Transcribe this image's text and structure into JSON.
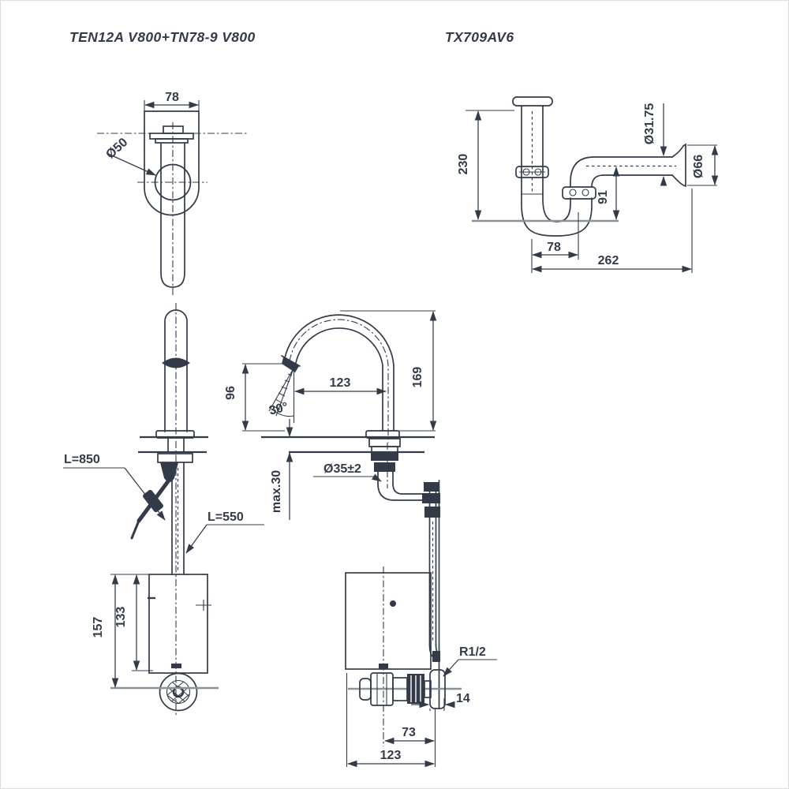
{
  "titles": {
    "left": "TEN12A V800+TN78-9 V800",
    "right": "TX709AV6"
  },
  "front_view": {
    "width": "78",
    "body_diameter": "Ø50"
  },
  "trap_view": {
    "height": "230",
    "pipe_diameter": "Ø31.75",
    "wall_flange_diameter": "Ø66",
    "outlet_drop": "91",
    "trap_offset": "78",
    "overall_length": "262"
  },
  "side_view": {
    "sensor_cable_length": "L=850",
    "supply_hose_length": "L=550",
    "controller_overall_height": "157",
    "controller_body_height": "133"
  },
  "profile_view": {
    "spout_clearance": "96",
    "spray_angle": "30°",
    "spout_reach": "123",
    "spout_height": "169",
    "mounting_hole": "Ø35±2",
    "deck_thickness_max": "max.30",
    "supply_thread": "R1/2",
    "wall_fitting_depth": "14",
    "valve_to_wall": "73",
    "controller_width": "123"
  },
  "colors": {
    "ink": "#333b49",
    "light_line": "#8b9198",
    "border": "#dcdcdc"
  }
}
